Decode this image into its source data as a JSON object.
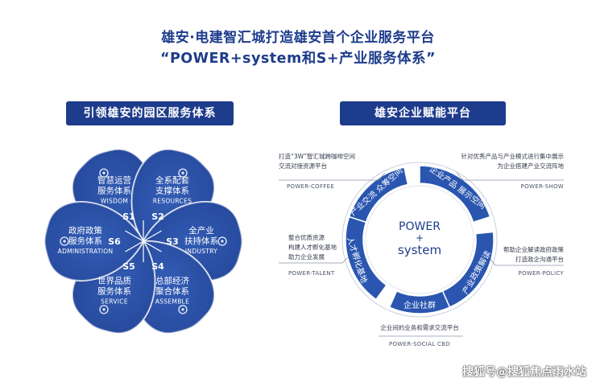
{
  "header": {
    "title": "雄安·电建智汇城打造雄安首个企业服务平台",
    "subtitle": "“POWER+system和S+产业服务体系”"
  },
  "left": {
    "banner": "引领雄安的园区服务体系",
    "petals": [
      {
        "cn1": "智慧运营",
        "cn2": "服务体系",
        "en": "WISDOM",
        "code": "S1",
        "icon": "fingerprint-icon"
      },
      {
        "cn1": "全系配套",
        "cn2": "支撑体系",
        "en": "RESOURCES",
        "code": "S2",
        "icon": "shield-icon"
      },
      {
        "cn1": "全产业",
        "cn2": "扶持体系",
        "en": "INDUSTRY",
        "code": "S3",
        "icon": "hand-icon"
      },
      {
        "cn1": "总部经济",
        "cn2": "聚合体系",
        "en": "ASSEMBLE",
        "code": "S4",
        "icon": "plug-icon"
      },
      {
        "cn1": "世界品质",
        "cn2": "服务体系",
        "en": "SERVICE",
        "code": "S5",
        "icon": "box-icon"
      },
      {
        "cn1": "政府政策",
        "cn2": "服务体系",
        "en": "ADMINISTRATION",
        "code": "S6",
        "icon": "building-icon"
      }
    ]
  },
  "right": {
    "banner": "雄安企业赋能平台",
    "center": {
      "line1": "POWER",
      "line2": "+",
      "line3": "system"
    },
    "segments": [
      "产业交流 众筹空间",
      "企业产品 展示空间",
      "产业政策解读",
      "企业社群",
      "人才孵化基地"
    ],
    "callouts": [
      {
        "lines": [
          "打造“3W”智汇城跨咖啡空间",
          "交流对接资源平台"
        ],
        "tag": "POWER-COFFEE"
      },
      {
        "lines": [
          "针对优秀产品与产业模式进行集中展示",
          "为企业搭建产业交流阵地"
        ],
        "tag": "POWER-SHOW"
      },
      {
        "lines": [
          "整合优质资源",
          "构建人才孵化基地",
          "助力企业发展"
        ],
        "tag": "POWER-TALENT"
      },
      {
        "lines": [
          "帮助企业解读政府政策",
          "打造政企沟通平台"
        ],
        "tag": "POWER-POLICY"
      },
      {
        "lines": [
          "企业间的业务和需求交流平台"
        ],
        "tag": "POWER-SOCIAL CBD"
      }
    ]
  },
  "watermark": "搜狐号@搜狐焦点雨水站",
  "colors": {
    "primary": "#1e3c8c",
    "petal": "#2a52a8",
    "petal_light": "#3b66bf",
    "ring": "#2a56b0",
    "line": "#8a94a8"
  }
}
